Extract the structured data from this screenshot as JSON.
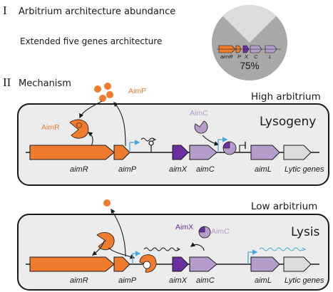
{
  "section1": {
    "numeral": "I",
    "title": "Arbitrium architecture abundance",
    "subtitle": "Extended five genes architecture",
    "percent_value": 75,
    "percent_label": "75%",
    "mini_genes": [
      "aimR",
      "P",
      "X",
      "C",
      "L"
    ]
  },
  "section2": {
    "numeral": "II",
    "title": "Mechanism"
  },
  "panel_high": {
    "condition": "High arbitrium",
    "state": "Lysogeny",
    "protein_aimp": "AimP",
    "protein_aimr": "AimR",
    "protein_aimc": "AimC",
    "genes": [
      "aimR",
      "aimP",
      "aimX",
      "aimC",
      "aimL",
      "Lytic genes"
    ]
  },
  "panel_low": {
    "condition": "Low arbitrium",
    "state": "Lysis",
    "protein_aimx": "AimX",
    "protein_aimc": "AimC",
    "genes": [
      "aimR",
      "aimP",
      "aimX",
      "aimC",
      "aimL",
      "Lytic genes"
    ]
  },
  "colors": {
    "orange": "#ef7b2d",
    "purple_dark": "#6a2fa0",
    "purple_light": "#b49ccb",
    "gray_light": "#dcdcdc",
    "gray_pie": "#a8a8a8",
    "blue_arrow": "#4aa8e0"
  }
}
